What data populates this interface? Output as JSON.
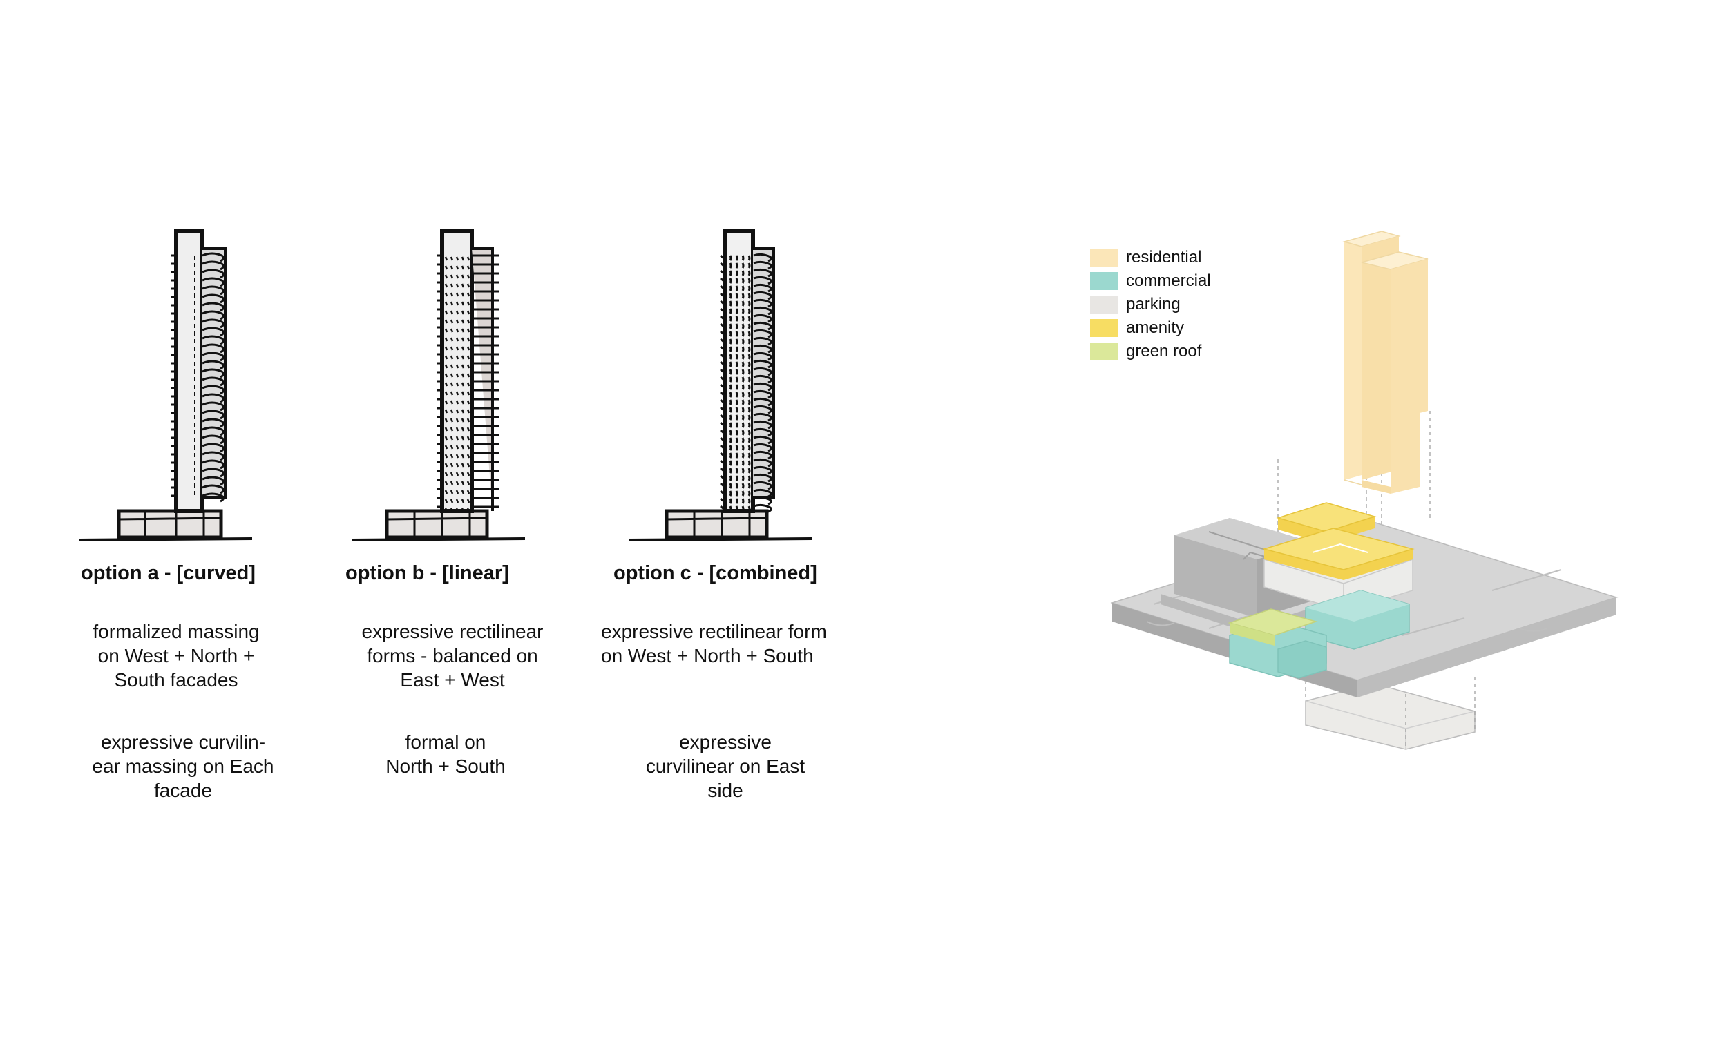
{
  "options": [
    {
      "title": "option a - [curved]",
      "text1": "formalized massing\non West + North +\nSouth facades",
      "text2": "expressive curvilin-\near massing on Each\nfacade"
    },
    {
      "title": "option b - [linear]",
      "text1": "expressive rectilinear\nforms - balanced on\nEast + West",
      "text2": "formal on\nNorth + South"
    },
    {
      "title": "option c - [combined]",
      "text1": "expressive rectilinear form\non West + North + South",
      "text2": "expressive\ncurvilinear on East\nside"
    }
  ],
  "legend": [
    {
      "label": "residential",
      "color": "#fbe6b8"
    },
    {
      "label": "commercial",
      "color": "#9bd8cf"
    },
    {
      "label": "parking",
      "color": "#e8e6e3"
    },
    {
      "label": "amenity",
      "color": "#f7dd63"
    },
    {
      "label": "green roof",
      "color": "#dbe89a"
    }
  ]
}
